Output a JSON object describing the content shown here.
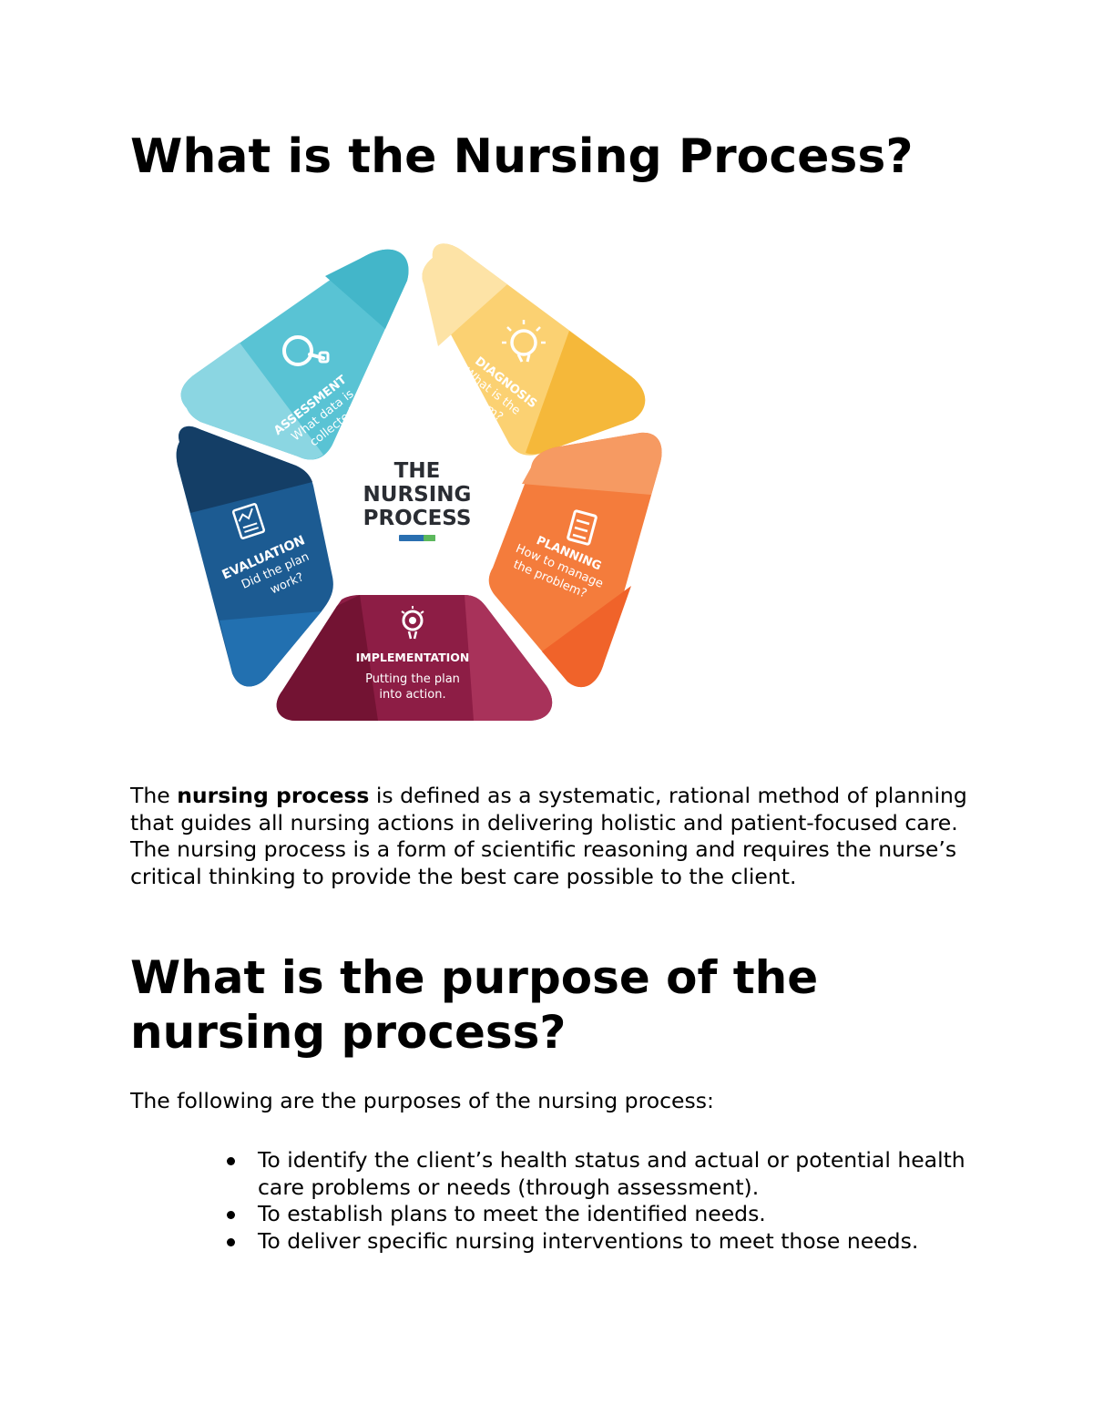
{
  "heading1": "What is the Nursing Process?",
  "figure": {
    "center_line1": "THE",
    "center_line2": "NURSING",
    "center_line3": "PROCESS",
    "segments": {
      "assessment": {
        "title": "ASSESSMENT",
        "line1": "What data is",
        "line2": "collected?",
        "color": "#4fbfd1",
        "icon": "magnifier-icon"
      },
      "diagnosis": {
        "title": "DIAGNOSIS",
        "line1": "What is the",
        "line2": "problem?",
        "color": "#f8c24a",
        "icon": "lightbulb-icon"
      },
      "planning": {
        "title": "PLANNING",
        "line1": "How to manage",
        "line2": "the problem?",
        "color": "#f47b3a",
        "icon": "checklist-icon"
      },
      "implementation": {
        "title": "IMPLEMENTATION",
        "line1": "Putting the plan",
        "line2": "into action.",
        "color": "#8e1c44",
        "icon": "gear-bulb-icon"
      },
      "evaluation": {
        "title": "EVALUATION",
        "line1": "Did the plan",
        "line2": "work?",
        "color": "#1d5f96",
        "icon": "chart-report-icon"
      }
    }
  },
  "para1": {
    "before": "The ",
    "bold": "nursing process",
    "after": " is defined as a systematic, rational method of planning that guides all nursing actions in delivering holistic and patient-focused care. The nursing process is a form of scientific reasoning and requires the nurse’s critical thinking to provide the best care possible to the client."
  },
  "heading2": "What is the purpose of the nursing process?",
  "para2": "The following are the purposes of the nursing process:",
  "purposes": [
    "To identify the client’s health status and actual or potential health care problems or needs (through assessment).",
    "To establish plans to meet the identified needs.",
    "To deliver specific nursing interventions to meet those needs."
  ]
}
